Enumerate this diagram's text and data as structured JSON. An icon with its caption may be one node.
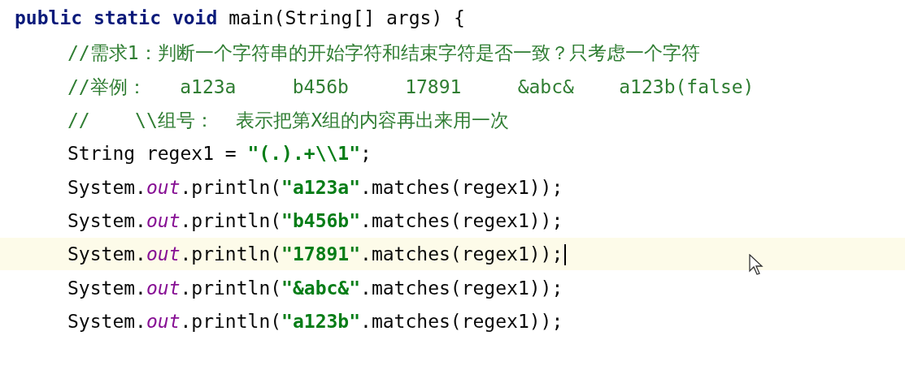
{
  "diagram": {
    "labels": [
      "public static void main(String[] args) {",
      "//需求1：判断一个字符串的开始字符和结束字符是否一致？只考虑一个字符",
      "//举例：   a123a     b456b     17891     &abc&    a123b(false)",
      "//    \\\\组号：  表示把第X组的内容再出来用一次",
      "String regex1 = \"(.).+\\\\1\";",
      "System.out.println(\"a123a\".matches(regex1));",
      "System.out.println(\"b456b\".matches(regex1));",
      "System.out.println(\"17891\".matches(regex1));",
      "System.out.println(\"&abc&\".matches(regex1));",
      "System.out.println(\"a123b\".matches(regex1));"
    ]
  }
}
